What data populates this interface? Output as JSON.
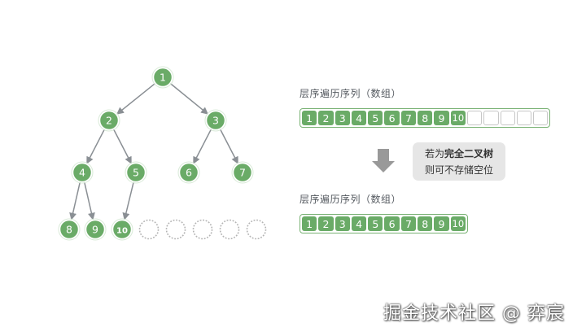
{
  "tree": {
    "nodes": [
      {
        "id": 1,
        "label": "1"
      },
      {
        "id": 2,
        "label": "2"
      },
      {
        "id": 3,
        "label": "3"
      },
      {
        "id": 4,
        "label": "4"
      },
      {
        "id": 5,
        "label": "5"
      },
      {
        "id": 6,
        "label": "6"
      },
      {
        "id": 7,
        "label": "7"
      },
      {
        "id": 8,
        "label": "8"
      },
      {
        "id": 9,
        "label": "9"
      },
      {
        "id": 10,
        "label": "10"
      },
      {
        "id": 11,
        "label": ""
      },
      {
        "id": 12,
        "label": ""
      },
      {
        "id": 13,
        "label": ""
      },
      {
        "id": 14,
        "label": ""
      },
      {
        "id": 15,
        "label": ""
      }
    ],
    "edges": [
      [
        1,
        2
      ],
      [
        1,
        3
      ],
      [
        2,
        4
      ],
      [
        2,
        5
      ],
      [
        3,
        6
      ],
      [
        3,
        7
      ],
      [
        4,
        8
      ],
      [
        4,
        9
      ],
      [
        5,
        10
      ]
    ],
    "filled_color": "#6aab67",
    "edge_color": "#8a8f94",
    "empty_color": "#b3b3b3"
  },
  "array_top": {
    "title": "层序遍历序列（数组）",
    "values": [
      "1",
      "2",
      "3",
      "4",
      "5",
      "6",
      "7",
      "8",
      "9",
      "10",
      "",
      "",
      "",
      "",
      ""
    ]
  },
  "note": {
    "line1_prefix": "若为",
    "line1_bold": "完全二叉树",
    "line2": "则可不存储空位"
  },
  "array_bottom": {
    "title": "层序遍历序列（数组）",
    "values": [
      "1",
      "2",
      "3",
      "4",
      "5",
      "6",
      "7",
      "8",
      "9",
      "10"
    ]
  },
  "arrow_color": "#999999",
  "watermark": "掘金技术社区 @ 弈宸"
}
